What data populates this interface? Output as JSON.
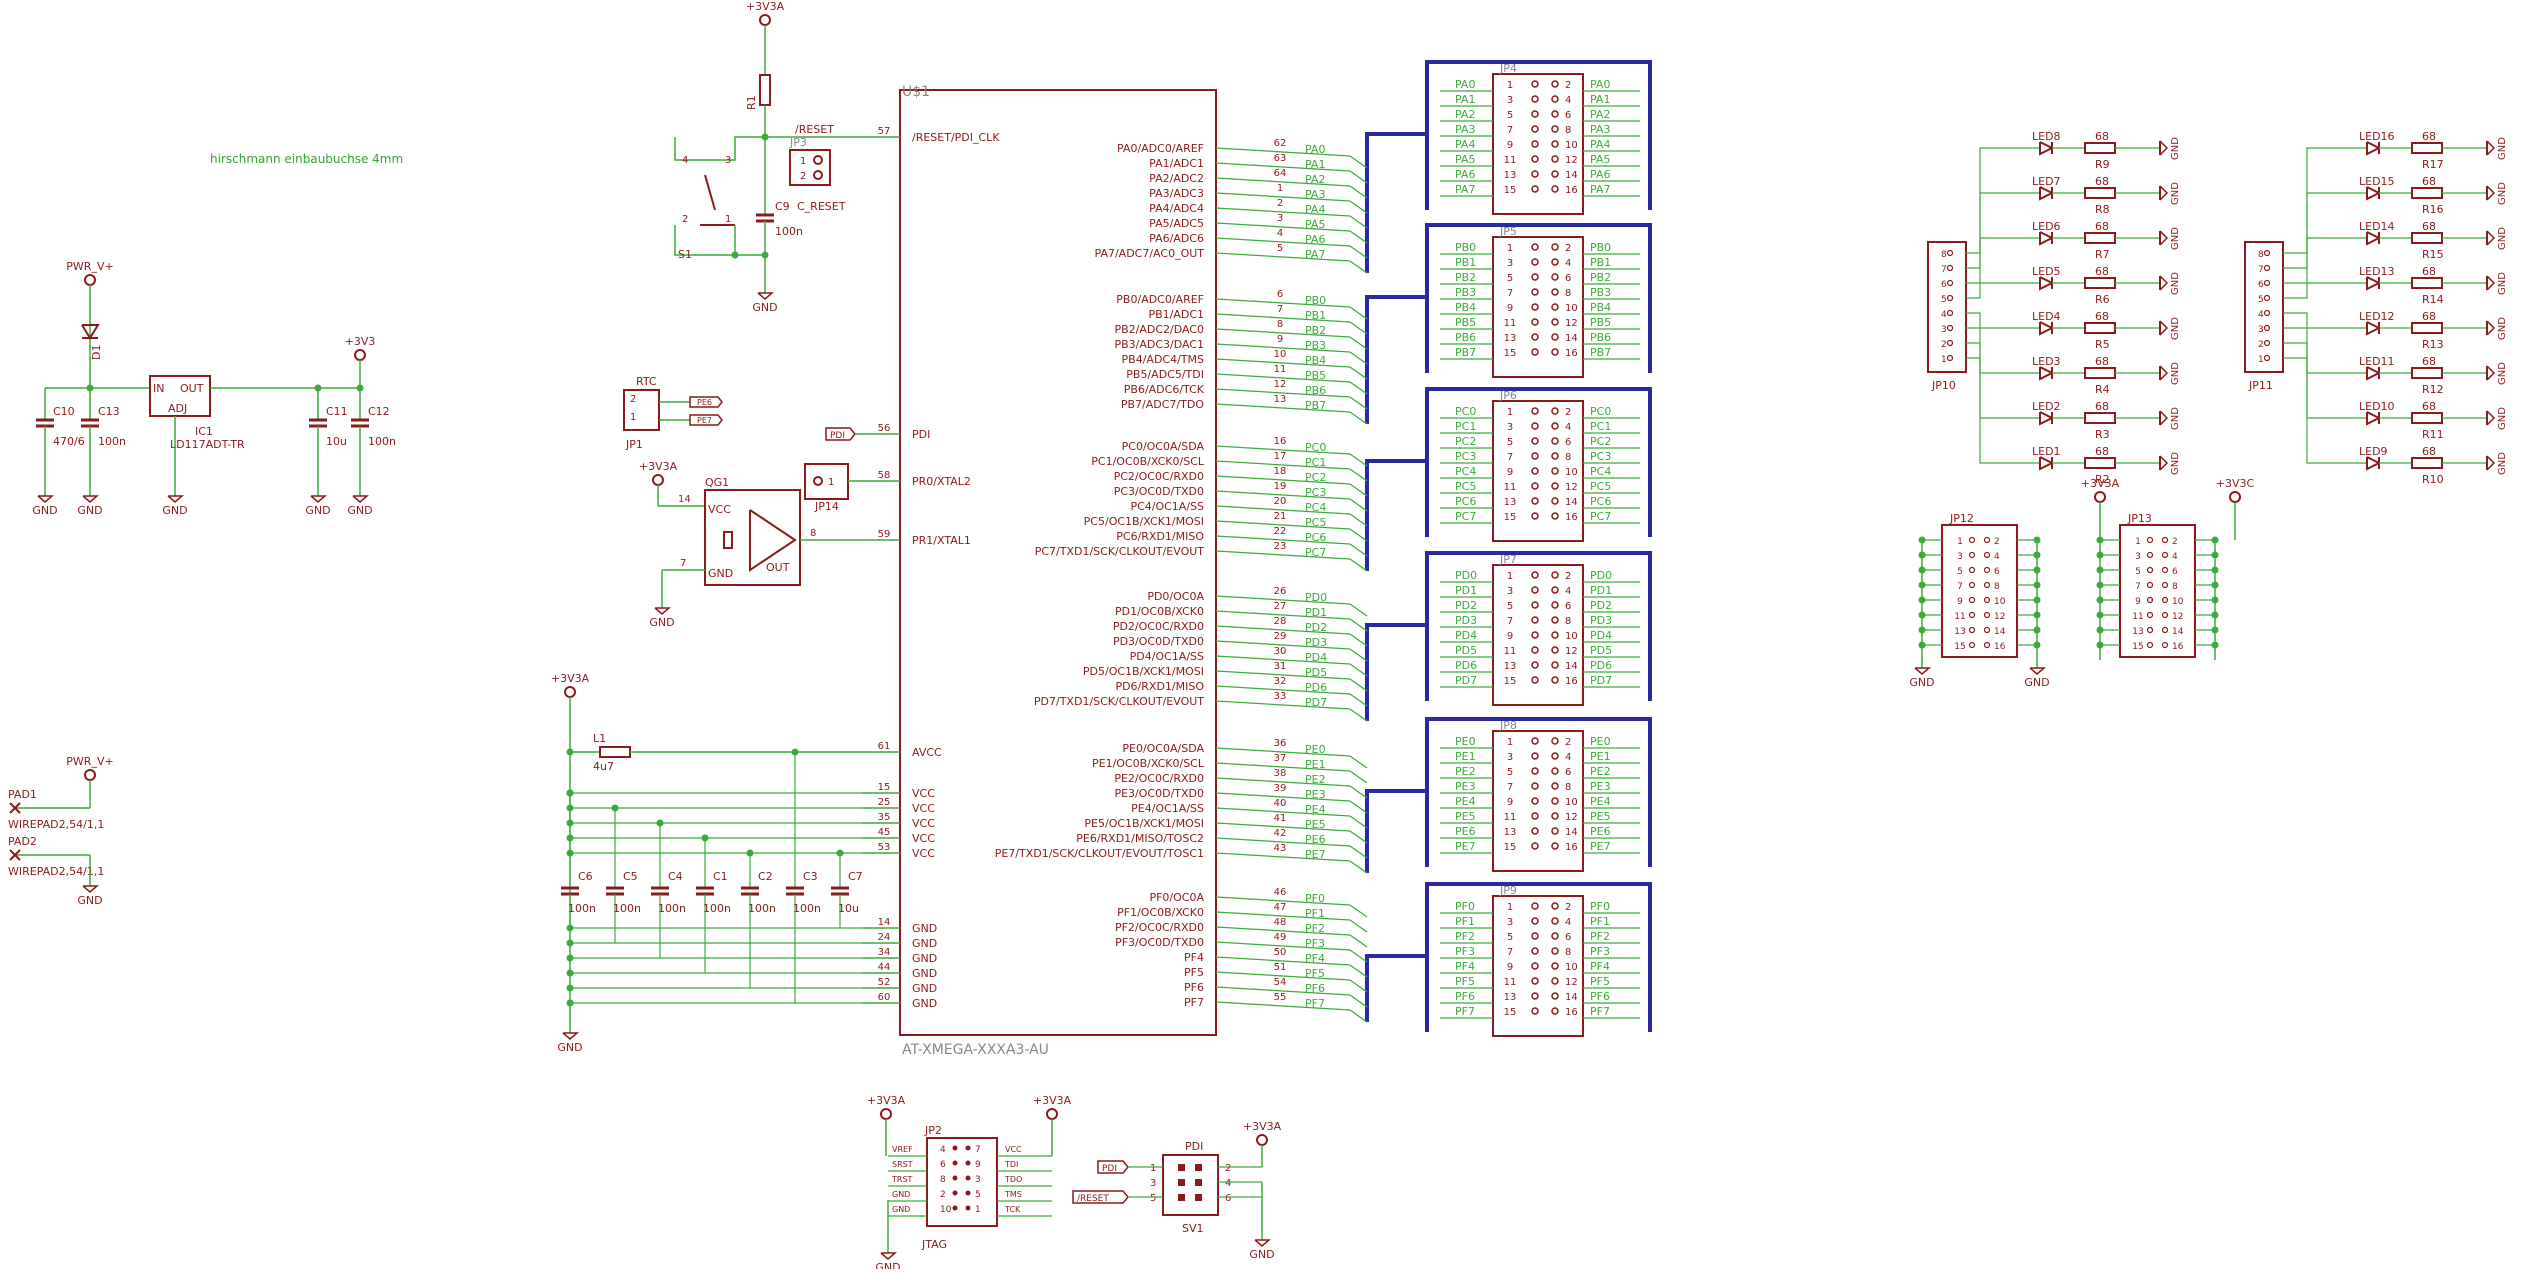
{
  "note": "hirschmann einbaubuchse 4mm",
  "mcu": {
    "ref": "U$1",
    "value": "AT-XMEGA-XXXA3-AU",
    "reset": {
      "pin": "57",
      "name": "/RESET/PDI_CLK",
      "net": "/RESET"
    },
    "pdi": {
      "pin": "56",
      "name": "PDI"
    },
    "xtal2": {
      "pin": "58",
      "name": "PR0/XTAL2"
    },
    "xtal1": {
      "pin": "59",
      "name": "PR1/XTAL1"
    },
    "avcc": {
      "pin": "61",
      "name": "AVCC"
    },
    "vcc": [
      {
        "pin": "15",
        "name": "VCC"
      },
      {
        "pin": "25",
        "name": "VCC"
      },
      {
        "pin": "35",
        "name": "VCC"
      },
      {
        "pin": "45",
        "name": "VCC"
      },
      {
        "pin": "53",
        "name": "VCC"
      }
    ],
    "gnd": [
      {
        "pin": "14",
        "name": "GND"
      },
      {
        "pin": "24",
        "name": "GND"
      },
      {
        "pin": "34",
        "name": "GND"
      },
      {
        "pin": "44",
        "name": "GND"
      },
      {
        "pin": "52",
        "name": "GND"
      },
      {
        "pin": "60",
        "name": "GND"
      }
    ]
  },
  "ports": [
    {
      "connector": "JP4",
      "pins": [
        {
          "fn": "PA0/ADC0/AREF",
          "num": "62",
          "net": "PA0"
        },
        {
          "fn": "PA1/ADC1",
          "num": "63",
          "net": "PA1"
        },
        {
          "fn": "PA2/ADC2",
          "num": "64",
          "net": "PA2"
        },
        {
          "fn": "PA3/ADC3",
          "num": "1",
          "net": "PA3"
        },
        {
          "fn": "PA4/ADC4",
          "num": "2",
          "net": "PA4"
        },
        {
          "fn": "PA5/ADC5",
          "num": "3",
          "net": "PA5"
        },
        {
          "fn": "PA6/ADC6",
          "num": "4",
          "net": "PA6"
        },
        {
          "fn": "PA7/ADC7/AC0_OUT",
          "num": "5",
          "net": "PA7"
        }
      ]
    },
    {
      "connector": "JP5",
      "pins": [
        {
          "fn": "PB0/ADC0/AREF",
          "num": "6",
          "net": "PB0"
        },
        {
          "fn": "PB1/ADC1",
          "num": "7",
          "net": "PB1"
        },
        {
          "fn": "PB2/ADC2/DAC0",
          "num": "8",
          "net": "PB2"
        },
        {
          "fn": "PB3/ADC3/DAC1",
          "num": "9",
          "net": "PB3"
        },
        {
          "fn": "PB4/ADC4/TMS",
          "num": "10",
          "net": "PB4"
        },
        {
          "fn": "PB5/ADC5/TDI",
          "num": "11",
          "net": "PB5"
        },
        {
          "fn": "PB6/ADC6/TCK",
          "num": "12",
          "net": "PB6"
        },
        {
          "fn": "PB7/ADC7/TDO",
          "num": "13",
          "net": "PB7"
        }
      ]
    },
    {
      "connector": "JP6",
      "pins": [
        {
          "fn": "PC0/OC0A/SDA",
          "num": "16",
          "net": "PC0"
        },
        {
          "fn": "PC1/OC0B/XCK0/SCL",
          "num": "17",
          "net": "PC1"
        },
        {
          "fn": "PC2/OC0C/RXD0",
          "num": "18",
          "net": "PC2"
        },
        {
          "fn": "PC3/OC0D/TXD0",
          "num": "19",
          "net": "PC3"
        },
        {
          "fn": "PC4/OC1A/SS",
          "num": "20",
          "net": "PC4"
        },
        {
          "fn": "PC5/OC1B/XCK1/MOSI",
          "num": "21",
          "net": "PC5"
        },
        {
          "fn": "PC6/RXD1/MISO",
          "num": "22",
          "net": "PC6"
        },
        {
          "fn": "PC7/TXD1/SCK/CLKOUT/EVOUT",
          "num": "23",
          "net": "PC7"
        }
      ]
    },
    {
      "connector": "JP7",
      "pins": [
        {
          "fn": "PD0/OC0A",
          "num": "26",
          "net": "PD0"
        },
        {
          "fn": "PD1/OC0B/XCK0",
          "num": "27",
          "net": "PD1"
        },
        {
          "fn": "PD2/OC0C/RXD0",
          "num": "28",
          "net": "PD2"
        },
        {
          "fn": "PD3/OC0D/TXD0",
          "num": "29",
          "net": "PD3"
        },
        {
          "fn": "PD4/OC1A/SS",
          "num": "30",
          "net": "PD4"
        },
        {
          "fn": "PD5/OC1B/XCK1/MOSI",
          "num": "31",
          "net": "PD5"
        },
        {
          "fn": "PD6/RXD1/MISO",
          "num": "32",
          "net": "PD6"
        },
        {
          "fn": "PD7/TXD1/SCK/CLKOUT/EVOUT",
          "num": "33",
          "net": "PD7"
        }
      ]
    },
    {
      "connector": "JP8",
      "pins": [
        {
          "fn": "PE0/OC0A/SDA",
          "num": "36",
          "net": "PE0"
        },
        {
          "fn": "PE1/OC0B/XCK0/SCL",
          "num": "37",
          "net": "PE1"
        },
        {
          "fn": "PE2/OC0C/RXD0",
          "num": "38",
          "net": "PE2"
        },
        {
          "fn": "PE3/OC0D/TXD0",
          "num": "39",
          "net": "PE3"
        },
        {
          "fn": "PE4/OC1A/SS",
          "num": "40",
          "net": "PE4"
        },
        {
          "fn": "PE5/OC1B/XCK1/MOSI",
          "num": "41",
          "net": "PE5"
        },
        {
          "fn": "PE6/RXD1/MISO/TOSC2",
          "num": "42",
          "net": "PE6"
        },
        {
          "fn": "PE7/TXD1/SCK/CLKOUT/EVOUT/TOSC1",
          "num": "43",
          "net": "PE7"
        }
      ]
    },
    {
      "connector": "JP9",
      "pins": [
        {
          "fn": "PF0/OC0A",
          "num": "46",
          "net": "PF0"
        },
        {
          "fn": "PF1/OC0B/XCK0",
          "num": "47",
          "net": "PF1"
        },
        {
          "fn": "PF2/OC0C/RXD0",
          "num": "48",
          "net": "PF2"
        },
        {
          "fn": "PF3/OC0D/TXD0",
          "num": "49",
          "net": "PF3"
        },
        {
          "fn": "PF4",
          "num": "50",
          "net": "PF4"
        },
        {
          "fn": "PF5",
          "num": "51",
          "net": "PF5"
        },
        {
          "fn": "PF6",
          "num": "54",
          "net": "PF6"
        },
        {
          "fn": "PF7",
          "num": "55",
          "net": "PF7"
        }
      ]
    }
  ],
  "header_pin_pairs": [
    [
      "1",
      "2"
    ],
    [
      "3",
      "4"
    ],
    [
      "5",
      "6"
    ],
    [
      "7",
      "8"
    ],
    [
      "9",
      "10"
    ],
    [
      "11",
      "12"
    ],
    [
      "13",
      "14"
    ],
    [
      "15",
      "16"
    ]
  ],
  "power": {
    "pwr_v": "PWR_V+",
    "p3v3": "+3V3",
    "p3v3a": "+3V3A",
    "p3v3c": "+3V3C",
    "gnd": "GND",
    "d1": "D1",
    "ic1": {
      "ref": "IC1",
      "value": "LD117ADT-TR",
      "in": "IN",
      "out": "OUT",
      "adj": "ADJ"
    },
    "caps": [
      {
        "ref": "C10",
        "value": "470/6"
      },
      {
        "ref": "C13",
        "value": "100n"
      },
      {
        "ref": "C11",
        "value": "10u"
      },
      {
        "ref": "C12",
        "value": "100n"
      }
    ]
  },
  "reset": {
    "r1": "R1",
    "jp3": "JP3",
    "c9": "C9",
    "c9value": "100n",
    "c9label": "C_RESET",
    "s1": "S1",
    "sw_pins": [
      "4",
      "3",
      "2",
      "1"
    ],
    "jp3_pins": [
      "1",
      "2"
    ]
  },
  "rtc": {
    "ref": "JP1",
    "label": "RTC",
    "pins": [
      "2",
      "1"
    ],
    "nets": [
      "PE6",
      "PE7"
    ]
  },
  "osc": {
    "ref": "QG1",
    "vcc": "VCC",
    "gnd": "GND",
    "out": "OUT",
    "pin_vcc": "14",
    "pin_gnd": "7",
    "pin_out": "8",
    "jp14": "JP14",
    "jp14pin": "1"
  },
  "pdi_label": "PDI",
  "avcc": {
    "l1": "L1",
    "l1value": "4u7",
    "caps": [
      {
        "ref": "C6",
        "value": "100n"
      },
      {
        "ref": "C5",
        "value": "100n"
      },
      {
        "ref": "C4",
        "value": "100n"
      },
      {
        "ref": "C1",
        "value": "100n"
      },
      {
        "ref": "C2",
        "value": "100n"
      },
      {
        "ref": "C3",
        "value": "100n"
      },
      {
        "ref": "C7",
        "value": "10u"
      }
    ]
  },
  "pads": [
    {
      "ref": "PAD1",
      "value": "WIREPAD2,54/1,1"
    },
    {
      "ref": "PAD2",
      "value": "WIREPAD2,54/1,1"
    }
  ],
  "led_left": {
    "connector": "JP10",
    "pins": [
      "8",
      "7",
      "6",
      "5",
      "4",
      "3",
      "2",
      "1"
    ],
    "leds": [
      {
        "led": "LED8",
        "r": "R9",
        "rv": "68"
      },
      {
        "led": "LED7",
        "r": "R8",
        "rv": "68"
      },
      {
        "led": "LED6",
        "r": "R7",
        "rv": "68"
      },
      {
        "led": "LED5",
        "r": "R6",
        "rv": "68"
      },
      {
        "led": "LED4",
        "r": "R5",
        "rv": "68"
      },
      {
        "led": "LED3",
        "r": "R4",
        "rv": "68"
      },
      {
        "led": "LED2",
        "r": "R3",
        "rv": "68"
      },
      {
        "led": "LED1",
        "r": "R2",
        "rv": "68"
      }
    ]
  },
  "led_right": {
    "connector": "JP11",
    "pins": [
      "8",
      "7",
      "6",
      "5",
      "4",
      "3",
      "2",
      "1"
    ],
    "leds": [
      {
        "led": "LED16",
        "r": "R17",
        "rv": "68"
      },
      {
        "led": "LED15",
        "r": "R16",
        "rv": "68"
      },
      {
        "led": "LED14",
        "r": "R15",
        "rv": "68"
      },
      {
        "led": "LED13",
        "r": "R14",
        "rv": "68"
      },
      {
        "led": "LED12",
        "r": "R13",
        "rv": "68"
      },
      {
        "led": "LED11",
        "r": "R12",
        "rv": "68"
      },
      {
        "led": "LED10",
        "r": "R11",
        "rv": "68"
      },
      {
        "led": "LED9",
        "r": "R10",
        "rv": "68"
      }
    ]
  },
  "jp12": "JP12",
  "jp13": "JP13",
  "jtag": {
    "ref": "JP2",
    "label": "JTAG",
    "left": [
      "VREF",
      "SRST",
      "TRST",
      "GND",
      "GND"
    ],
    "right": [
      "VCC",
      "TDI",
      "TDO",
      "TMS",
      "TCK"
    ],
    "lnums": [
      "4",
      "6",
      "8",
      "2",
      "10"
    ],
    "rnums": [
      "7",
      "9",
      "3",
      "5",
      "1"
    ]
  },
  "sv1": {
    "ref": "SV1",
    "label": "PDI",
    "nets": [
      "PDI",
      "/RESET"
    ],
    "lnums": [
      "1",
      "3",
      "5"
    ],
    "rnums": [
      "2",
      "4",
      "6"
    ]
  }
}
